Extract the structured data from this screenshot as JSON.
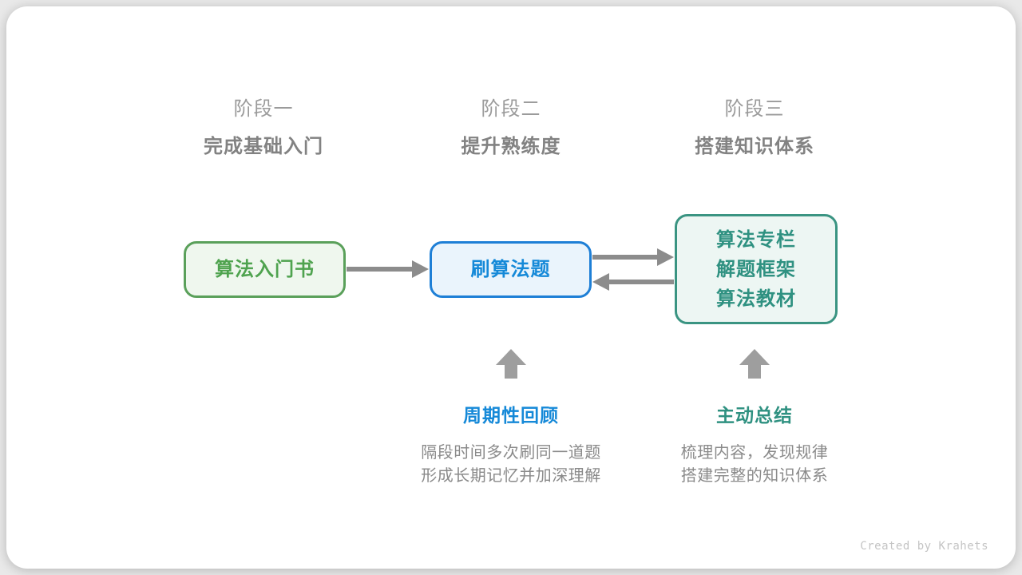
{
  "stages": [
    {
      "label": "阶段一",
      "subtitle": "完成基础入门"
    },
    {
      "label": "阶段二",
      "subtitle": "提升熟练度"
    },
    {
      "label": "阶段三",
      "subtitle": "搭建知识体系"
    }
  ],
  "boxes": [
    {
      "label": "算法入门书"
    },
    {
      "label": "刷算法题"
    },
    {
      "lines": [
        "算法专栏",
        "解题框架",
        "算法教材"
      ]
    }
  ],
  "annotations": [
    {
      "title": "周期性回顾",
      "lines": [
        "隔段时间多次刷同一道题",
        "形成长期记忆并加深理解"
      ]
    },
    {
      "title": "主动总结",
      "lines": [
        "梳理内容，发现规律",
        "搭建完整的知识体系"
      ]
    }
  ],
  "footer": {
    "credit": "Created by Krahets"
  },
  "colors": {
    "page-bg": "#e9e9e9",
    "card-bg": "#ffffff",
    "heading-gray": "#9b9b9b",
    "subtitle-gray": "#828282",
    "desc-gray": "#8a8a8a",
    "arrow-gray": "#8c8c8c",
    "block-arrow-gray": "#9e9e9e",
    "green-border": "#5aa05a",
    "green-text": "#4fa34f",
    "green-fill": "#eff7ee",
    "blue-border": "#1e7fd6",
    "blue-text": "#1589d8",
    "blue-fill": "#eaf4fc",
    "teal-border": "#3a9482",
    "teal-text": "#2f9181",
    "teal-fill": "#edf6f3",
    "credit-gray": "#c4c4c4"
  }
}
